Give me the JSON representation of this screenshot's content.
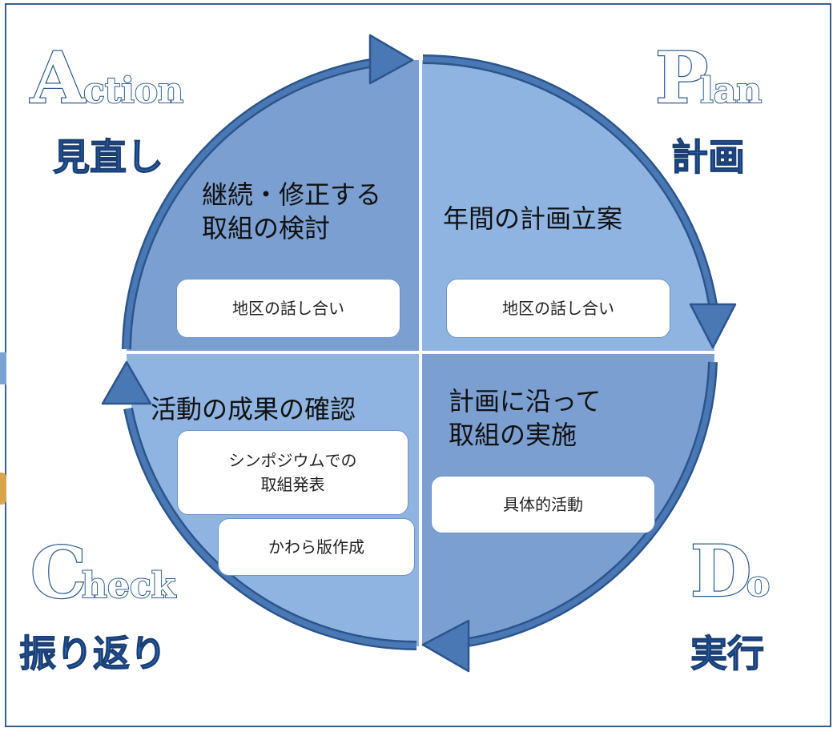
{
  "phases": {
    "action": {
      "initial": "A",
      "rest": "ction",
      "ja": "見直し"
    },
    "plan": {
      "initial": "P",
      "rest": "lan",
      "ja": "計画"
    },
    "check": {
      "initial": "C",
      "rest": "heck",
      "ja": "振り返り"
    },
    "do": {
      "initial": "D",
      "rest": "o",
      "ja": "実行"
    }
  },
  "quadrants": {
    "top_left": {
      "line1": "継続・修正する",
      "line2": "取組の検討",
      "box": "地区の話し合い"
    },
    "top_right": {
      "line1": "年間の計画立案",
      "box": "地区の話し合い"
    },
    "bottom_left": {
      "line1": "活動の成果の確認",
      "box1": "シンポジウムでの\n取組発表",
      "box2": "かわら版作成"
    },
    "bottom_right": {
      "line1": "計画に沿って",
      "line2": "取組の実施",
      "box": "具体的活動"
    }
  },
  "colors": {
    "quadrant_dark": "#7b9fd0",
    "quadrant_light": "#8fb4e1",
    "arrow": "#4a78b5",
    "arrow_stroke": "#2c558c"
  }
}
